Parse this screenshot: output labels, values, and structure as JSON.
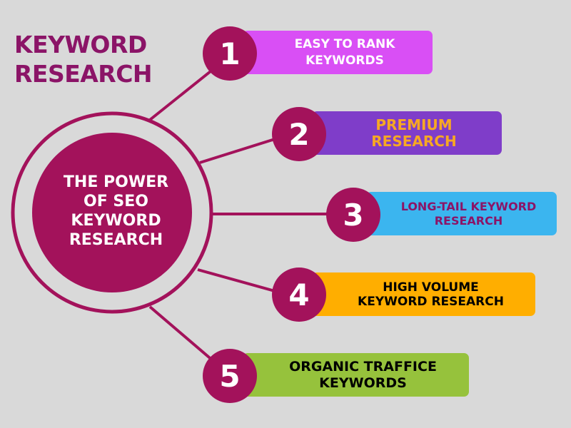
{
  "title_lines": [
    "KEYWORD",
    "RESEARCH"
  ],
  "center": {
    "lines": [
      "THE POWER",
      "OF SEO",
      "KEYWORD",
      "RESEARCH"
    ]
  },
  "items": [
    {
      "number": "1",
      "lines": [
        "EASY TO RANK",
        "KEYWORDS"
      ],
      "bg": "#d94ff5",
      "fg": "#ffffff"
    },
    {
      "number": "2",
      "lines": [
        "PREMIUM",
        "RESEARCH"
      ],
      "bg": "#7f3dc9",
      "fg": "#f7a823"
    },
    {
      "number": "3",
      "lines": [
        "LONG-TAIL KEYWORD",
        "RESEARCH"
      ],
      "bg": "#3bb5ef",
      "fg": "#8b1467"
    },
    {
      "number": "4",
      "lines": [
        "HIGH VOLUME",
        "KEYWORD RESEARCH"
      ],
      "bg": "#ffae00",
      "fg": "#000000"
    },
    {
      "number": "5",
      "lines": [
        "ORGANIC TRAFFICE",
        "KEYWORDS"
      ],
      "bg": "#96c23c",
      "fg": "#000000"
    }
  ],
  "colors": {
    "accent": "#a3125b",
    "title": "#8b1467",
    "background": "#d9d9d9"
  }
}
